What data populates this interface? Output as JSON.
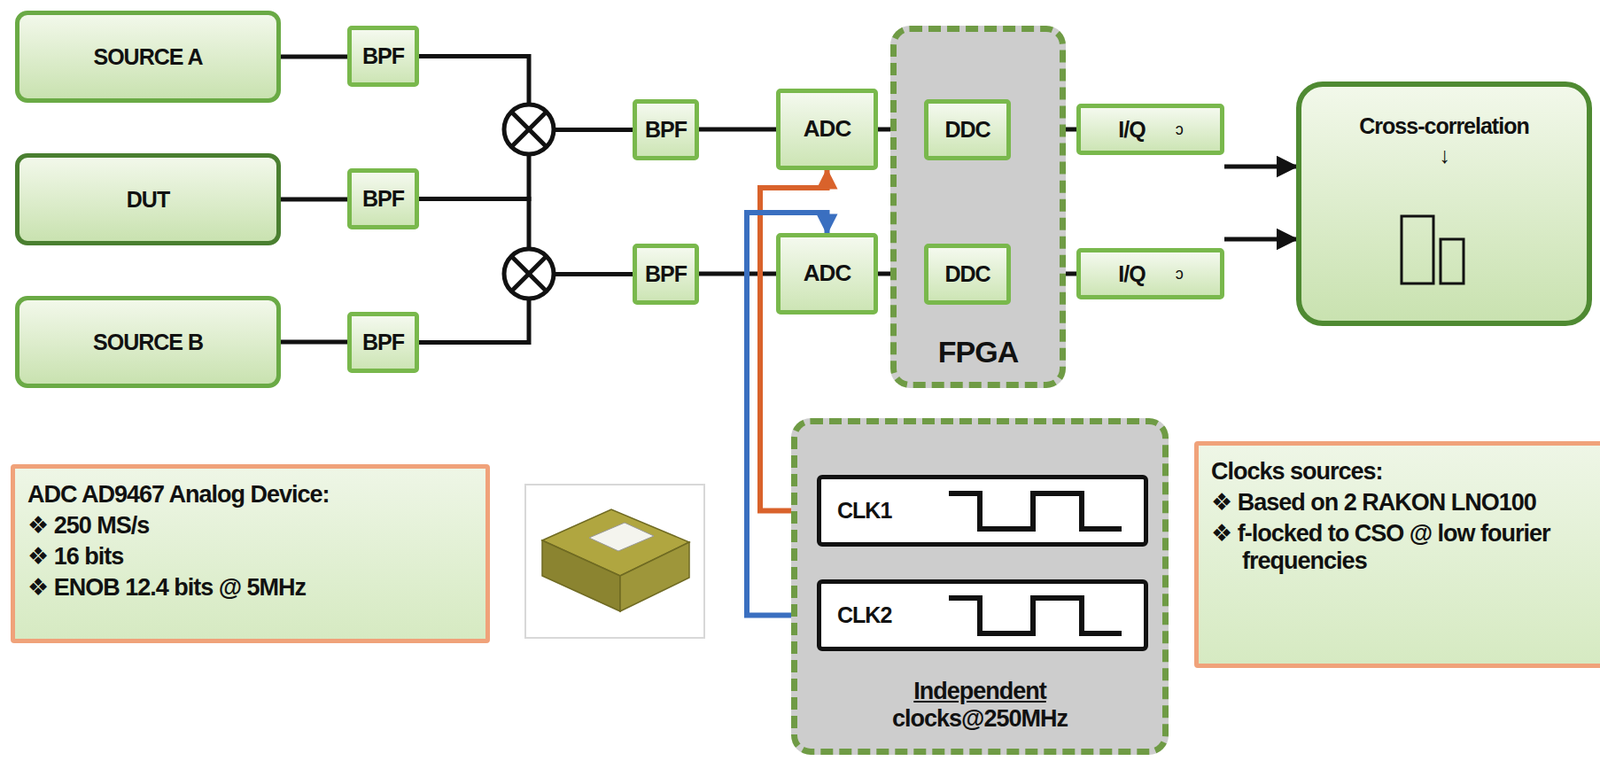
{
  "diagram": {
    "nodes": [
      {
        "text": [
          "SOURCE A"
        ]
      },
      {
        "text": [
          "BPF"
        ]
      },
      {
        "text": [
          "BPF"
        ]
      },
      {
        "text": [
          "ADC"
        ]
      },
      {
        "text": [
          "FPGA"
        ]
      },
      {
        "text": [
          "DDC"
        ],
        "in": 4
      },
      {
        "text": [
          "DDC"
        ],
        "in": 4
      },
      {
        "text": [
          "I/Q",
          "ɔ"
        ]
      },
      {
        "text": [
          "Cross-correlation",
          "↓"
        ]
      },
      {
        "text": [
          "DUT"
        ]
      },
      {
        "text": [
          "BPF"
        ]
      },
      {
        "text": [
          "BPF"
        ]
      },
      {
        "text": [
          "ADC"
        ]
      },
      {
        "text": [
          "I/Q",
          "ɔ"
        ]
      },
      {
        "text": [
          "SOURCE B"
        ]
      },
      {
        "text": [
          "BPF"
        ]
      },
      {
        "text": [
          "ADC AD9467 Analog Device:",
          "❖ 250 MS/s",
          "❖ 16 bits",
          "❖ ENOB 12.4 bits @ 5MHz"
        ]
      },
      {
        "text": [
          "Independent",
          "clocks@250MHz"
        ]
      },
      {
        "text": [
          "CLK1"
        ],
        "in": 17
      },
      {
        "text": [
          "CLK2"
        ],
        "in": 17
      },
      {
        "text": [
          "Clocks sources:",
          "❖ Based on 2 RAKON LNO100",
          "❖ f-locked to CSO @ low fourier frequencies"
        ]
      }
    ],
    "edges": [
      {
        "from": 0,
        "to": 1,
        "arrow": "none"
      },
      {
        "from": 9,
        "to": 10,
        "arrow": "none"
      },
      {
        "from": 14,
        "to": 15,
        "arrow": "none"
      },
      {
        "from": 1,
        "to": 2,
        "arrow": "none"
      },
      {
        "from": 10,
        "to": 2,
        "arrow": "none"
      },
      {
        "from": 10,
        "to": 11,
        "arrow": "none"
      },
      {
        "from": 15,
        "to": 11,
        "arrow": "none"
      },
      {
        "from": 2,
        "to": 3,
        "arrow": "none"
      },
      {
        "from": 3,
        "to": 5,
        "arrow": "none"
      },
      {
        "from": 5,
        "to": 7,
        "arrow": "none"
      },
      {
        "from": 7,
        "to": 8,
        "arrow": "to"
      },
      {
        "from": 11,
        "to": 12,
        "arrow": "none"
      },
      {
        "from": 12,
        "to": 6,
        "arrow": "none"
      },
      {
        "from": 6,
        "to": 13,
        "arrow": "none"
      },
      {
        "from": 13,
        "to": 8,
        "arrow": "to"
      },
      {
        "from": 18,
        "to": 3,
        "arrow": "to"
      },
      {
        "from": 19,
        "to": 12,
        "arrow": "to"
      }
    ]
  }
}
